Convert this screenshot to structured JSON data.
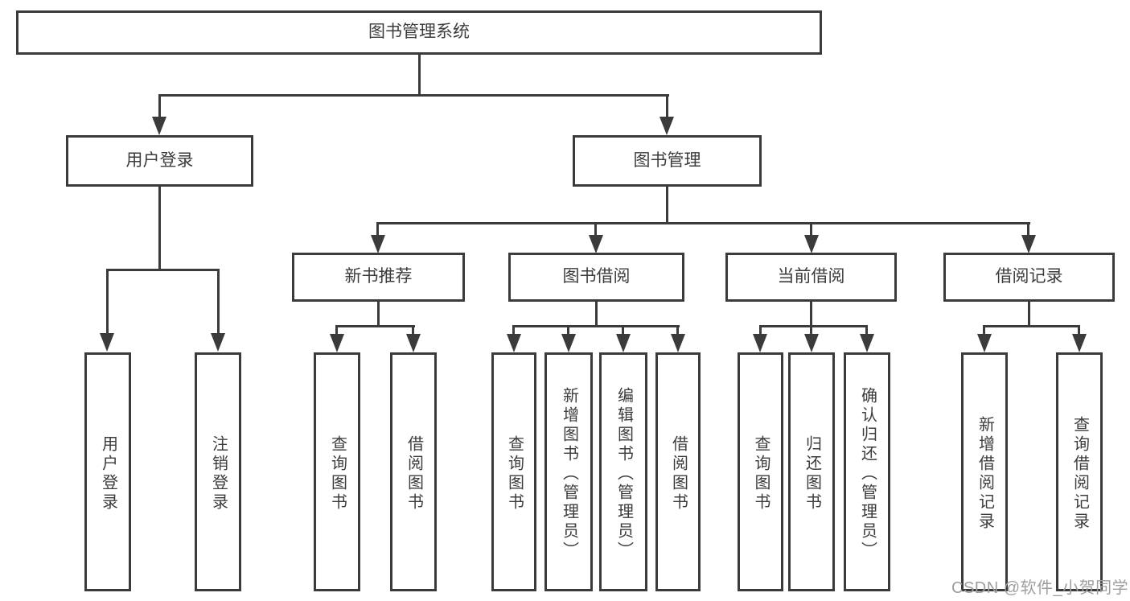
{
  "diagram": {
    "title": "图书管理系统",
    "level2": {
      "user_login": "用户登录",
      "book_management": "图书管理"
    },
    "level3": {
      "new_book_recommend": "新书推荐",
      "book_borrowing": "图书借阅",
      "current_borrowing": "当前借阅",
      "borrowing_records": "借阅记录"
    },
    "leaves": {
      "user_login": [
        "用户登录",
        "注销登录"
      ],
      "new_book_recommend": [
        "查询图书",
        "借阅图书"
      ],
      "book_borrowing": [
        "查询图书",
        "新增图书（管理员）",
        "编辑图书（管理员）",
        "借阅图书"
      ],
      "current_borrowing": [
        "查询图书",
        "归还图书",
        "确认归还（管理员）"
      ],
      "borrowing_records": [
        "新增借阅记录",
        "查询借阅记录"
      ]
    }
  },
  "watermark": "CSDN @软件_小贺同学",
  "colors": {
    "line": "#3b3b3b",
    "text": "#3c3c3c",
    "background": "#ffffff",
    "watermark": "#9e9e9e"
  }
}
